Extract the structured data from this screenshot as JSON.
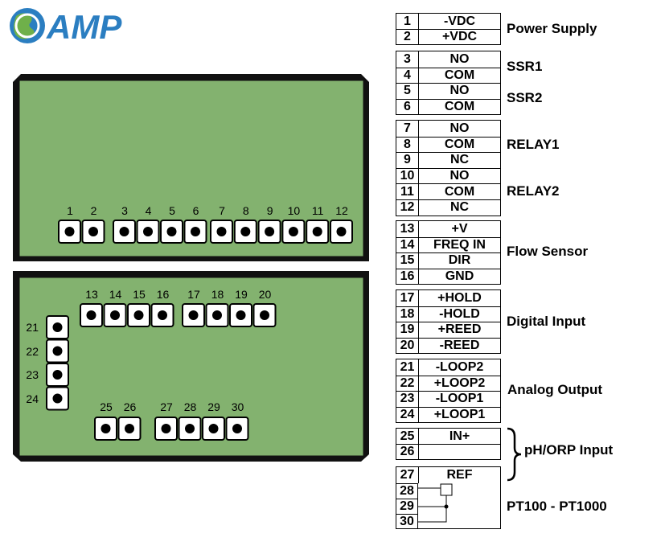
{
  "brand": {
    "name": "AMP",
    "color": "#2b7ec1"
  },
  "panel_colors": {
    "fill": "#83b26f",
    "border": "#111111"
  },
  "upper_terminals": [
    "1",
    "2",
    "3",
    "4",
    "5",
    "6",
    "7",
    "8",
    "9",
    "10",
    "11",
    "12"
  ],
  "lower_top_terminals": [
    "13",
    "14",
    "15",
    "16",
    "17",
    "18",
    "19",
    "20"
  ],
  "lower_left_terminals": [
    "21",
    "22",
    "23",
    "24"
  ],
  "lower_bottom_terminals": [
    "25",
    "26",
    "27",
    "28",
    "29",
    "30"
  ],
  "groups": [
    {
      "id": "power",
      "label": "Power Supply",
      "rows": [
        {
          "pin": "1",
          "signal": "-VDC"
        },
        {
          "pin": "2",
          "signal": "+VDC"
        }
      ]
    },
    {
      "id": "ssr",
      "labels": [
        "SSR1",
        "SSR2"
      ],
      "rows": [
        {
          "pin": "3",
          "signal": "NO"
        },
        {
          "pin": "4",
          "signal": "COM"
        },
        {
          "pin": "5",
          "signal": "NO"
        },
        {
          "pin": "6",
          "signal": "COM"
        }
      ]
    },
    {
      "id": "relay",
      "labels": [
        "RELAY1",
        "RELAY2"
      ],
      "rows": [
        {
          "pin": "7",
          "signal": "NO"
        },
        {
          "pin": "8",
          "signal": "COM"
        },
        {
          "pin": "9",
          "signal": "NC"
        },
        {
          "pin": "10",
          "signal": "NO"
        },
        {
          "pin": "11",
          "signal": "COM"
        },
        {
          "pin": "12",
          "signal": "NC"
        }
      ]
    },
    {
      "id": "flow",
      "label": "Flow Sensor",
      "rows": [
        {
          "pin": "13",
          "signal": "+V"
        },
        {
          "pin": "14",
          "signal": "FREQ IN"
        },
        {
          "pin": "15",
          "signal": "DIR"
        },
        {
          "pin": "16",
          "signal": "GND"
        }
      ]
    },
    {
      "id": "digital",
      "label": "Digital Input",
      "rows": [
        {
          "pin": "17",
          "signal": "+HOLD"
        },
        {
          "pin": "18",
          "signal": "-HOLD"
        },
        {
          "pin": "19",
          "signal": "+REED"
        },
        {
          "pin": "20",
          "signal": "-REED"
        }
      ]
    },
    {
      "id": "analog",
      "label": "Analog Output",
      "rows": [
        {
          "pin": "21",
          "signal": "-LOOP2"
        },
        {
          "pin": "22",
          "signal": "+LOOP2"
        },
        {
          "pin": "23",
          "signal": "-LOOP1"
        },
        {
          "pin": "24",
          "signal": "+LOOP1"
        }
      ]
    },
    {
      "id": "ph",
      "label": "pH/ORP Input",
      "rows": [
        {
          "pin": "25",
          "signal": "IN+"
        },
        {
          "pin": "26",
          "signal": ""
        }
      ]
    },
    {
      "id": "pt",
      "label": "PT100 - PT1000",
      "rows": [
        {
          "pin": "27",
          "signal": "REF"
        },
        {
          "pin": "28",
          "signal": ""
        },
        {
          "pin": "29",
          "signal": ""
        },
        {
          "pin": "30",
          "signal": ""
        }
      ]
    }
  ]
}
